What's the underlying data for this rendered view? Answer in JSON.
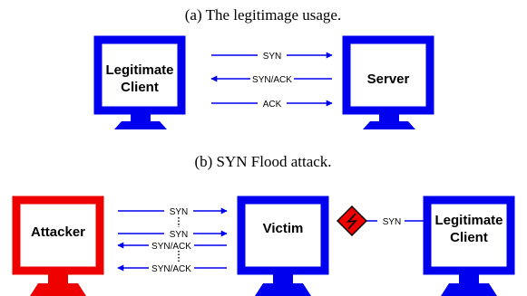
{
  "colors": {
    "monitor_blue": "#0000ee",
    "monitor_red": "#ee0000",
    "arrow_blue": "#0000ee",
    "alert_red": "#ee0000",
    "background": "#ffffff"
  },
  "panel_a": {
    "caption": "(a) The legitimage usage.",
    "client": {
      "line1": "Legitimate",
      "line2": "Client"
    },
    "server": {
      "label": "Server"
    },
    "messages": [
      {
        "label": "SYN",
        "direction": "right"
      },
      {
        "label": "SYN/ACK",
        "direction": "left"
      },
      {
        "label": "ACK",
        "direction": "right"
      }
    ]
  },
  "panel_b": {
    "caption": "(b) SYN Flood attack.",
    "attacker": {
      "label": "Attacker"
    },
    "victim": {
      "label": "Victim"
    },
    "legit_client": {
      "line1": "Legitimate",
      "line2": "Client"
    },
    "messages": [
      {
        "label": "SYN",
        "direction": "right"
      },
      {
        "label": "SYN",
        "direction": "right"
      },
      {
        "label": "SYN/ACK",
        "direction": "left"
      },
      {
        "label": "SYN/ACK",
        "direction": "left"
      }
    ],
    "legit_message": {
      "label": "SYN",
      "direction": "left"
    },
    "blocked_icon": "lightning-warning-icon"
  }
}
